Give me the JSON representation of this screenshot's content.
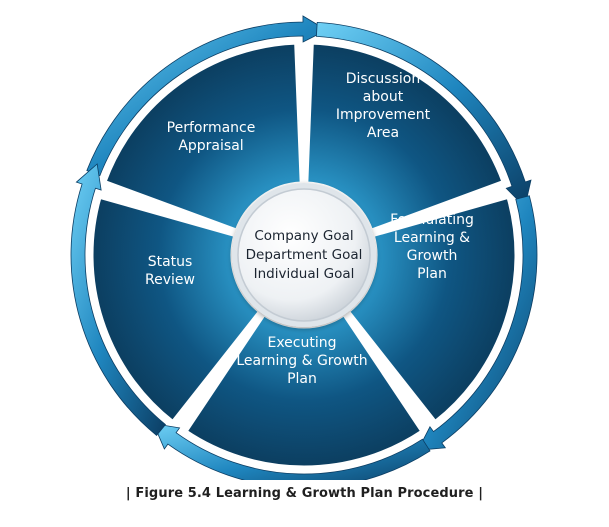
{
  "diagram": {
    "segments": [
      {
        "lines": [
          "Performance",
          "Appraisal"
        ]
      },
      {
        "lines": [
          "Discussion",
          "about",
          "Improvement",
          "Area"
        ]
      },
      {
        "lines": [
          "Formulating",
          "Learning &",
          "Growth",
          "Plan"
        ]
      },
      {
        "lines": [
          "Executing",
          "Learning & Growth",
          "Plan"
        ]
      },
      {
        "lines": [
          "Status",
          "Review"
        ]
      }
    ],
    "center": {
      "lines": [
        "Company Goal",
        "Department Goal",
        "Individual Goal"
      ]
    }
  },
  "caption": "| Figure 5.4 Learning & Growth Plan Procedure |",
  "colors": {
    "segment_dark": "#0b3654",
    "segment_mid": "#0f5683",
    "segment_light": "#2e9ed0",
    "ring_light": "#5ec3ec",
    "center_fill": "#f4f6f8",
    "text_dark": "#1b2430"
  }
}
